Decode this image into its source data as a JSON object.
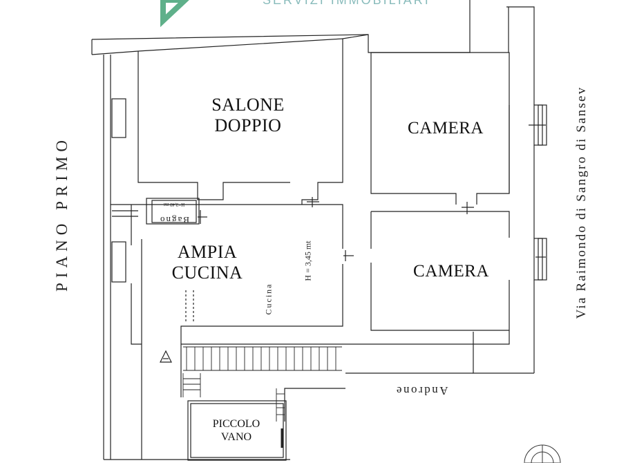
{
  "watermark": {
    "text": "SERVIZI IMMOBILIARI",
    "color": "#5fb08a"
  },
  "floor_label": "PIANO PRIMO",
  "street_label": "Via Raimondo di Sangro di Sansev",
  "rooms": {
    "salone": [
      "SALONE",
      "DOPPIO"
    ],
    "camera_top": "CAMERA",
    "camera_bottom": "CAMERA",
    "cucina": [
      "AMPIA",
      "CUCINA"
    ],
    "piccolo_vano": [
      "PICCOLO",
      "VANO"
    ]
  },
  "annotations": {
    "bagno": "Bagno",
    "bagno_height": "H=3,40 mt",
    "cucina_small": "Cucina",
    "height": "H = 3,45 mt",
    "androne": "Androne"
  },
  "colors": {
    "wall": "#ffffff",
    "line": "#222222",
    "watermark": "#5fb08a"
  }
}
